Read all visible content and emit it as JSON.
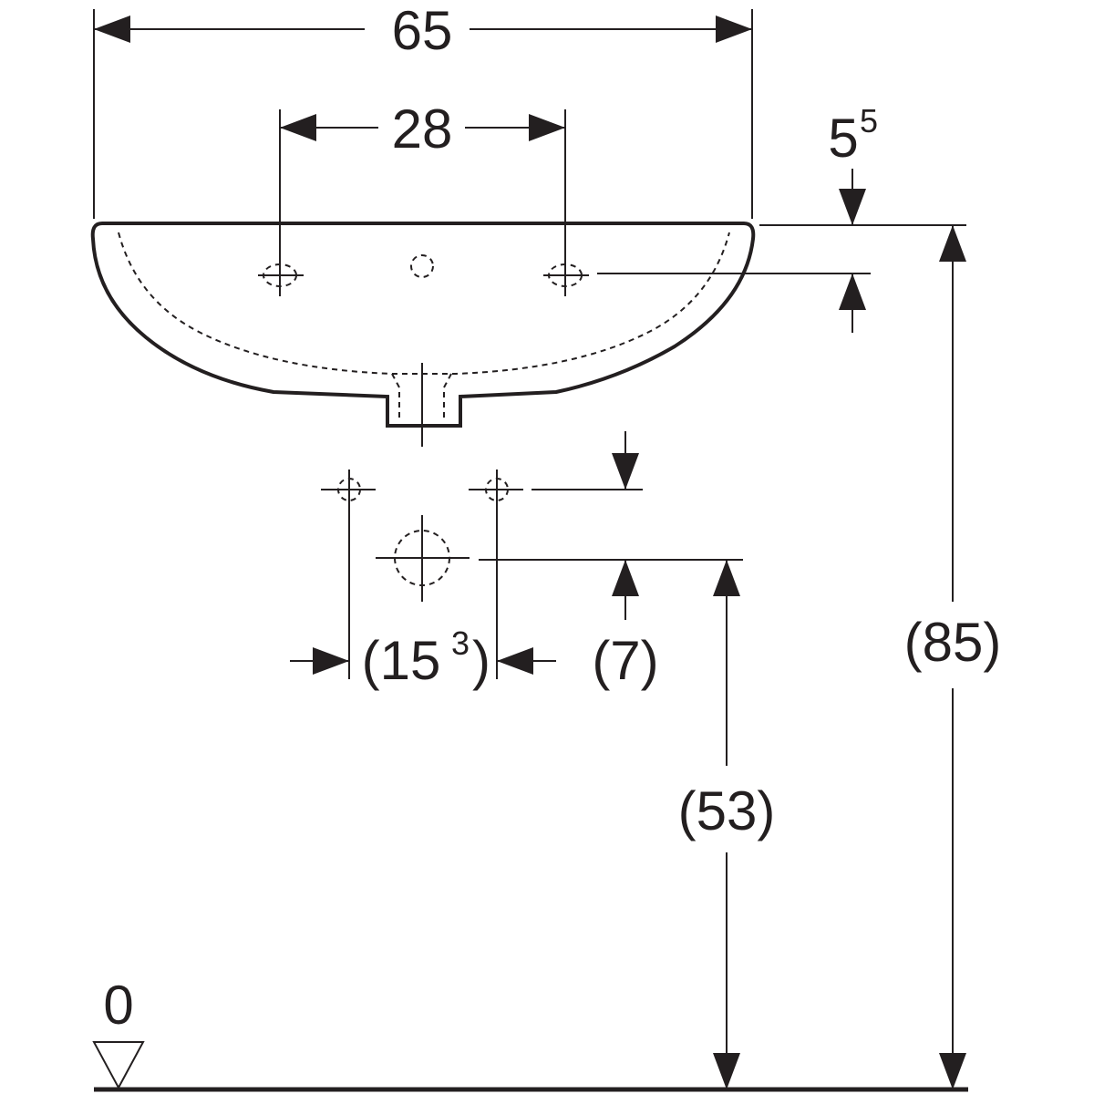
{
  "title": "Washbasin dimension drawing",
  "dimensions": {
    "overall_width": "65",
    "tap_hole_spacing": "28",
    "rim_thickness_main": "5",
    "rim_thickness_sup": "5",
    "rim_height": "(85)",
    "waste_height": "(53)",
    "supply_offset": "(7)",
    "supply_spacing_open": "(15",
    "supply_spacing_sup": "3",
    "supply_spacing_close": ")",
    "floor_level": "0"
  },
  "colors": {
    "line": "#231f20",
    "background": "#ffffff"
  }
}
